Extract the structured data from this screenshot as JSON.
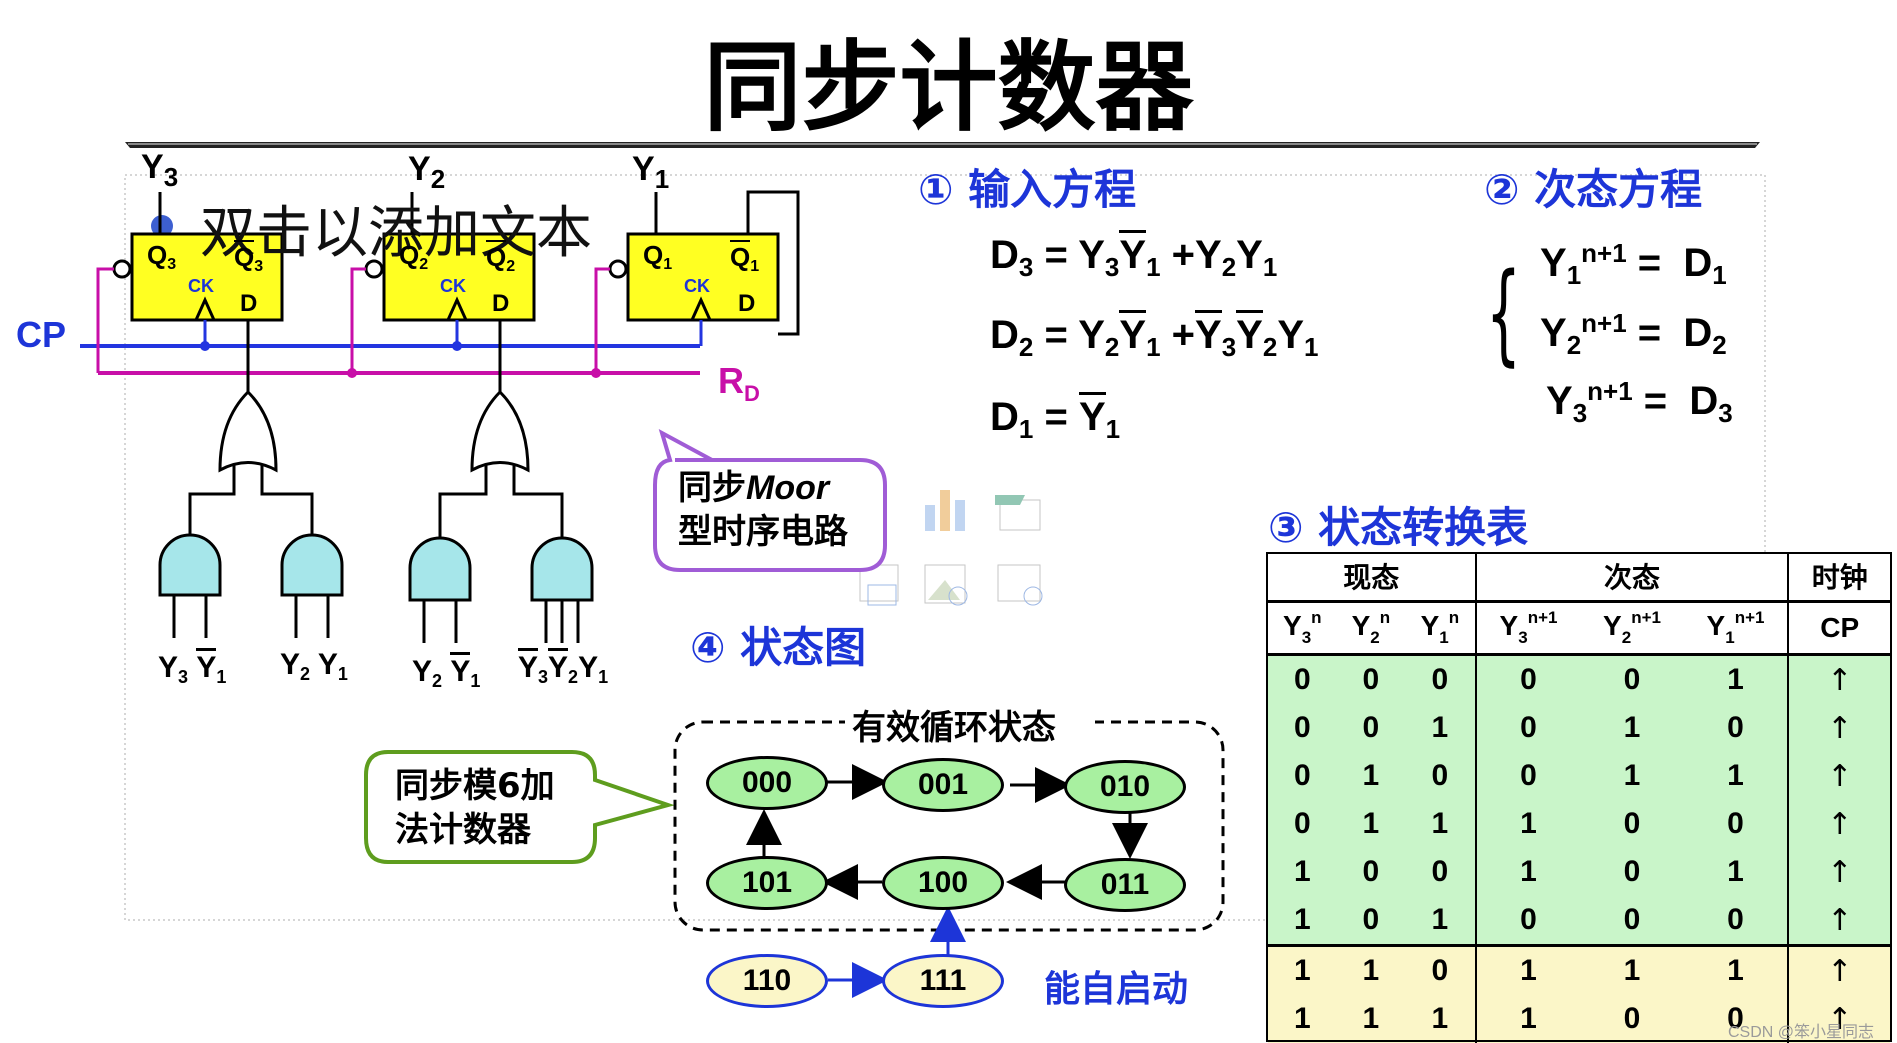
{
  "title": "同步计数器",
  "placeholder_text": "双击以添加文本",
  "watermark": "CSDN @笨小星同志",
  "circuit": {
    "output_labels": [
      "Y3",
      "Y2",
      "Y1"
    ],
    "ff_q": [
      "Q3",
      "Q2",
      "Q1"
    ],
    "ff_qbar": [
      "Q3",
      "Q2",
      "Q1"
    ],
    "ck": "CK",
    "d": "D",
    "cp": "CP",
    "rd": "RD",
    "gate_inputs": [
      "Y3 Y1",
      "Y2 Y1",
      "Y2 Y1",
      "Y3Y2Y1"
    ]
  },
  "callout_moor": {
    "line1_a": "同步",
    "line1_b": "Moor",
    "line2": "型时序电路"
  },
  "callout_counter": {
    "line1": "同步模6加",
    "line2": "法计数器"
  },
  "sections": {
    "input_eq": "① 输入方程",
    "next_state_eq": "② 次态方程",
    "transition_table": "③ 状态转换表",
    "state_diagram": "④ 状态图"
  },
  "input_equations": [
    "D3 = Y3Y1 +Y2Y1",
    "D2 = Y2Y1 +Y3Y2Y1",
    "D1 = Y1"
  ],
  "next_state_equations": [
    "Y1n+1 = D1",
    "Y2n+1 = D2",
    "Y3n+1 = D3"
  ],
  "table": {
    "group_headers": [
      "现态",
      "次态",
      "时钟"
    ],
    "col_headers": [
      "Y3n",
      "Y2n",
      "Y1n",
      "Y3n+1",
      "Y2n+1",
      "Y1n+1",
      "CP"
    ],
    "rows_valid": [
      [
        "0",
        "0",
        "0",
        "0",
        "0",
        "1",
        "↑"
      ],
      [
        "0",
        "0",
        "1",
        "0",
        "1",
        "0",
        "↑"
      ],
      [
        "0",
        "1",
        "0",
        "0",
        "1",
        "1",
        "↑"
      ],
      [
        "0",
        "1",
        "1",
        "1",
        "0",
        "0",
        "↑"
      ],
      [
        "1",
        "0",
        "0",
        "1",
        "0",
        "1",
        "↑"
      ],
      [
        "1",
        "0",
        "1",
        "0",
        "0",
        "0",
        "↑"
      ]
    ],
    "rows_invalid": [
      [
        "1",
        "1",
        "0",
        "1",
        "1",
        "1",
        "↑"
      ],
      [
        "1",
        "1",
        "1",
        "1",
        "0",
        "0",
        "↑"
      ]
    ]
  },
  "state_diagram": {
    "loop_label": "有效循环状态",
    "valid_states": [
      "000",
      "001",
      "010",
      "011",
      "100",
      "101"
    ],
    "invalid_states": [
      "110",
      "111"
    ],
    "self_start_label": "能自启动",
    "colors": {
      "valid_fill": "#a8f0a0",
      "invalid_fill": "#fbf6c8",
      "node_stroke": "#000000",
      "invalid_stroke": "#1d35d8"
    }
  }
}
